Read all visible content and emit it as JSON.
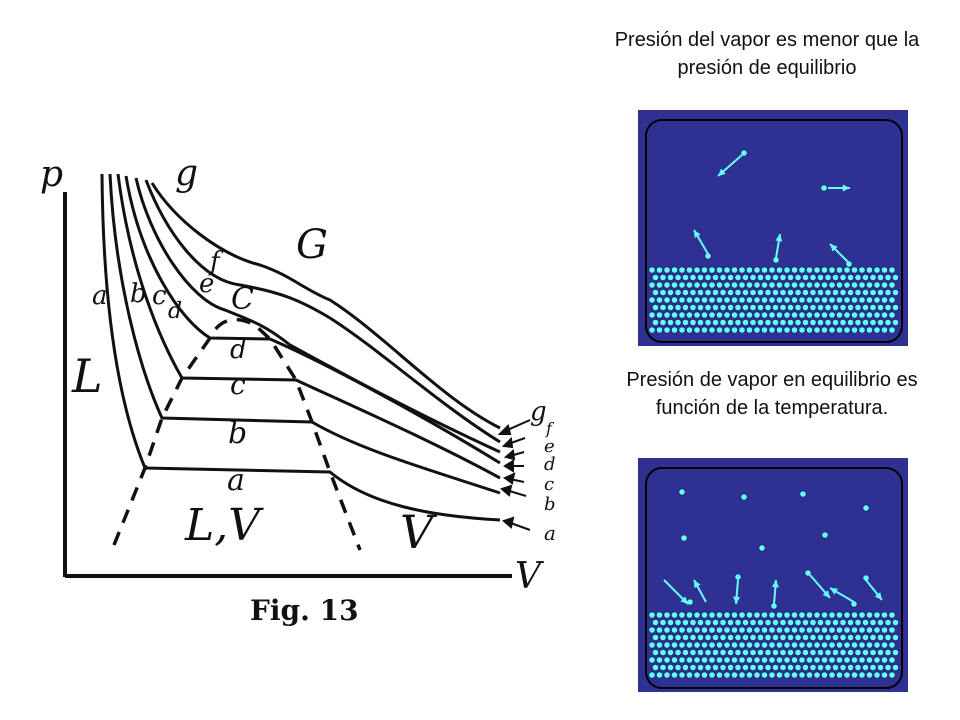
{
  "diagram": {
    "axis_labels": {
      "pressure": "p",
      "volume": "V"
    },
    "figure_caption": "Fig. 13",
    "curve_labels_left": [
      "a",
      "b",
      "c",
      "d",
      "e",
      "f",
      "g"
    ],
    "curve_labels_right": [
      "g",
      "f",
      "e",
      "d",
      "c",
      "b",
      "a"
    ],
    "tie_line_labels": [
      "a",
      "b",
      "c",
      "d"
    ],
    "critical_point_label": "C",
    "region_labels": {
      "liquid": "L",
      "two_phase": "L,V",
      "vapor": "V",
      "gas": "G"
    }
  },
  "panels": {
    "top_caption": "Presión del vapor es menor que la presión de equilibrio",
    "bottom_caption": "Presión de vapor en equilibrio es función de la temperatura.",
    "colors": {
      "frame": "#2E3192",
      "liquid": "#66FFFF",
      "arrow": "#66FFFF",
      "outline": "#000000"
    }
  }
}
